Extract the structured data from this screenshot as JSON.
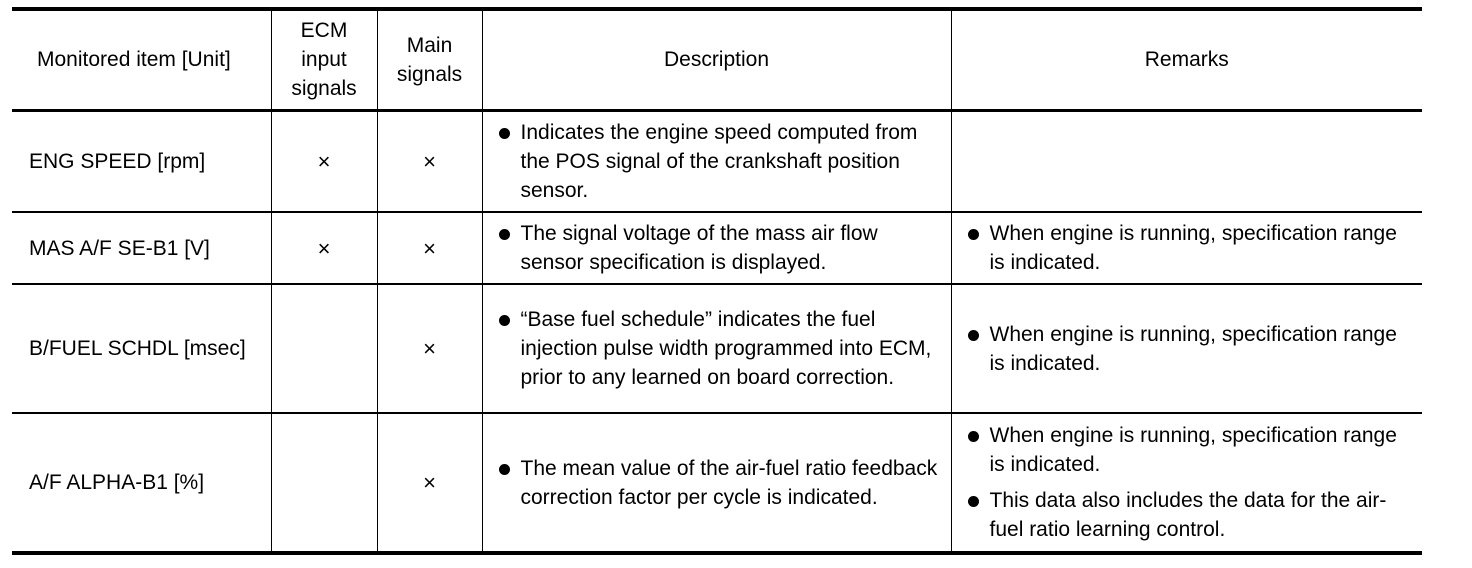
{
  "headers": {
    "item": "Monitored item [Unit]",
    "ecm": "ECM input signals",
    "main": "Main signals",
    "description": "Description",
    "remarks": "Remarks"
  },
  "rows": [
    {
      "item": "ENG SPEED [rpm]",
      "ecm": "×",
      "main": "×",
      "description": [
        "Indicates the engine speed computed from the POS signal of the crankshaft position sensor."
      ],
      "remarks": []
    },
    {
      "item": "MAS A/F SE-B1 [V]",
      "ecm": "×",
      "main": "×",
      "description": [
        "The signal voltage of the mass air flow sensor specification is displayed."
      ],
      "remarks": [
        "When engine is running, specification range is indicated."
      ]
    },
    {
      "item": "B/FUEL SCHDL [msec]",
      "ecm": "",
      "main": "×",
      "description": [
        "“Base fuel schedule” indicates the fuel injection pulse width programmed into ECM, prior to any learned on board correction."
      ],
      "remarks": [
        "When engine is running, specification range is indicated."
      ]
    },
    {
      "item": "A/F ALPHA-B1 [%]",
      "ecm": "",
      "main": "×",
      "description": [
        "The mean value of the air-fuel ratio feedback correction factor per cycle is indicated."
      ],
      "remarks": [
        "When engine is running, specification range is indicated.",
        "This data also includes the data for the air-fuel ratio learning control."
      ]
    }
  ]
}
